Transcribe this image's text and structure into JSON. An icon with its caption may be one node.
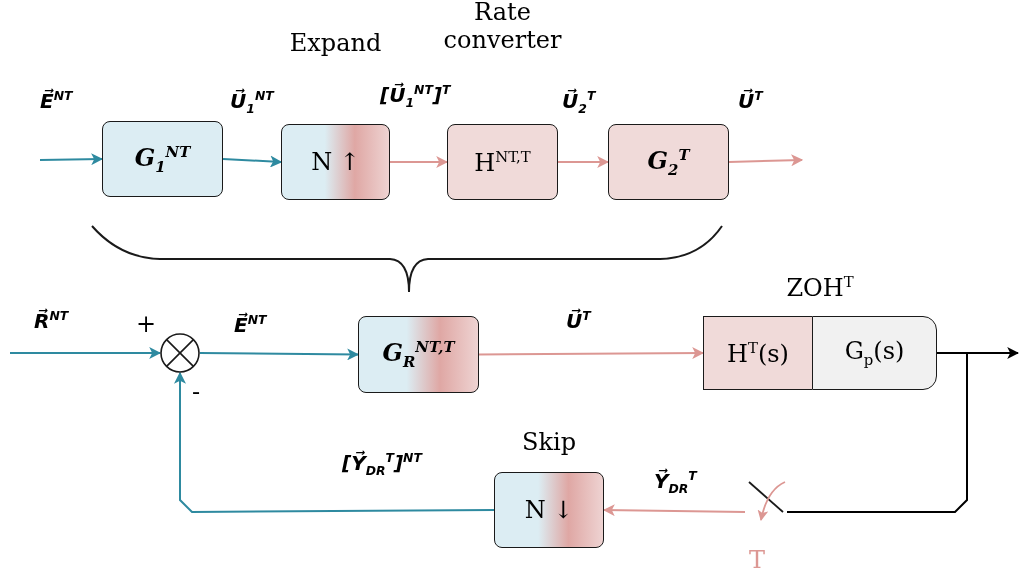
{
  "diagram": {
    "nodes": [
      {
        "text": [
          "G$_{1}$$^{NT}$"
        ]
      },
      {
        "text": [
          "Expand",
          "N ↑"
        ]
      },
      {
        "text": [
          "Rate converter",
          "H$^{NT,T}$"
        ]
      },
      {
        "text": [
          "G$_{2}$$^{T}$"
        ]
      },
      {
        "text": [],
        "shape": "circle"
      },
      {
        "text": [
          "G$_{R}$$^{NT,T}$"
        ]
      },
      {
        "text": [
          "ZOH$^{T}$"
        ]
      },
      {
        "text": [
          "H$^{T}$(s)"
        ],
        "in": 6
      },
      {
        "text": [
          "G$_{p}$(s)"
        ],
        "in": 6
      },
      {
        "text": [
          "Skip",
          "N ↓"
        ]
      },
      {
        "text": [],
        "shape": "switch",
        "beside": [
          "T"
        ]
      }
    ],
    "edges": [
      {
        "from": null,
        "to": 0,
        "arrow": "to",
        "label": "E⃗$^{NT}$"
      },
      {
        "from": 0,
        "to": 1,
        "arrow": "to",
        "label": "U⃗$_{1}$$^{NT}$"
      },
      {
        "from": 1,
        "to": 2,
        "arrow": "to",
        "label": "[U⃗$_{1}$$^{NT}$]$^{T}$",
        "color": "#dc9793"
      },
      {
        "from": 2,
        "to": 3,
        "arrow": "to",
        "label": "U⃗$_{2}$$^{T}$",
        "color": "#dc9793"
      },
      {
        "from": 3,
        "to": null,
        "arrow": "to",
        "label": "U⃗$^{T}$",
        "color": "#dc9793"
      },
      {
        "from": null,
        "to": 4,
        "arrow": "to",
        "label": "R⃗$^{NT}$"
      },
      {
        "from": 4,
        "to": 5,
        "arrow": "to",
        "label": "E⃗$^{NT}$"
      },
      {
        "from": 5,
        "to": 6,
        "arrow": "to",
        "label": "U⃗$^{T}$",
        "color": "#dc9793"
      },
      {
        "from": 8,
        "to": null,
        "arrow": "to",
        "color": "#000000"
      },
      {
        "from": 8,
        "to": 10,
        "arrow": "none",
        "color": "#000000"
      },
      {
        "from": 10,
        "to": 9,
        "arrow": "to",
        "label": "Y⃗$_{DR}$$^{T}$",
        "color": "#dc9793"
      },
      {
        "from": 9,
        "to": 4,
        "arrow": "to",
        "label": "[Y⃗$_{DR}$$^{T}$]$^{NT}$"
      }
    ],
    "labels": [
      "+",
      "-"
    ]
  }
}
